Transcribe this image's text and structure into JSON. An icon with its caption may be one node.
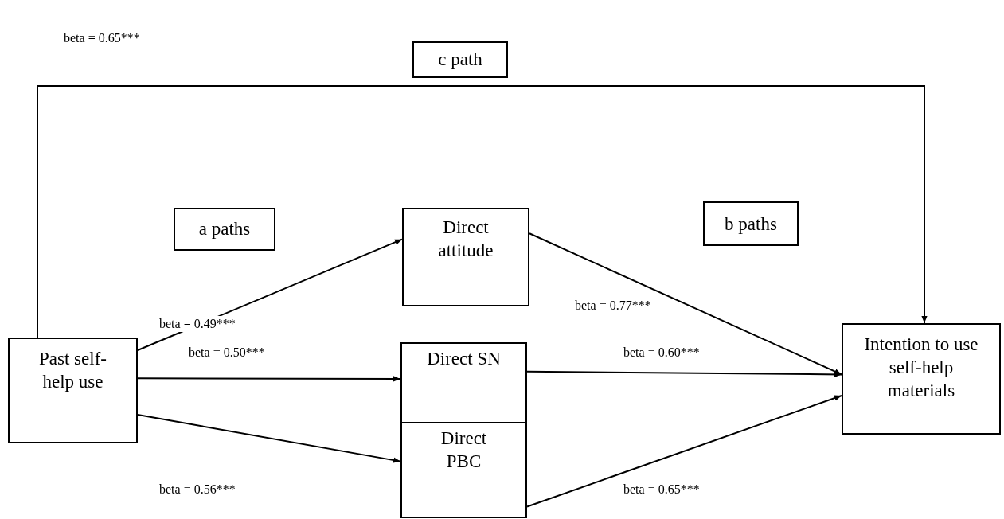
{
  "diagram": {
    "nodes": [
      {
        "text": [
          "c path"
        ]
      },
      {
        "text": [
          "a paths"
        ]
      },
      {
        "text": [
          "Direct attitude"
        ]
      },
      {
        "text": [
          "b paths"
        ]
      },
      {
        "text": [
          "Intention to use self-help materials"
        ]
      },
      {
        "text": [
          "Past self-help use"
        ]
      },
      {
        "text": [
          "Direct SN"
        ]
      },
      {
        "text": [
          "Direct PBC"
        ]
      }
    ],
    "edges": [
      {
        "from": 5,
        "to": 4,
        "arrow": "to",
        "label": "beta = 0.65***"
      },
      {
        "from": 5,
        "to": 2,
        "arrow": "to",
        "label": "beta = 0.49***"
      },
      {
        "from": 5,
        "to": 6,
        "arrow": "to",
        "label": "beta = 0.50***"
      },
      {
        "from": 5,
        "to": 7,
        "arrow": "to",
        "label": "beta = 0.56***"
      },
      {
        "from": 2,
        "to": 4,
        "arrow": "to",
        "label": "beta = 0.77***"
      },
      {
        "from": 6,
        "to": 4,
        "arrow": "to",
        "label": "beta = 0.60***"
      },
      {
        "from": 7,
        "to": 4,
        "arrow": "to",
        "label": "beta = 0.65***"
      }
    ]
  }
}
